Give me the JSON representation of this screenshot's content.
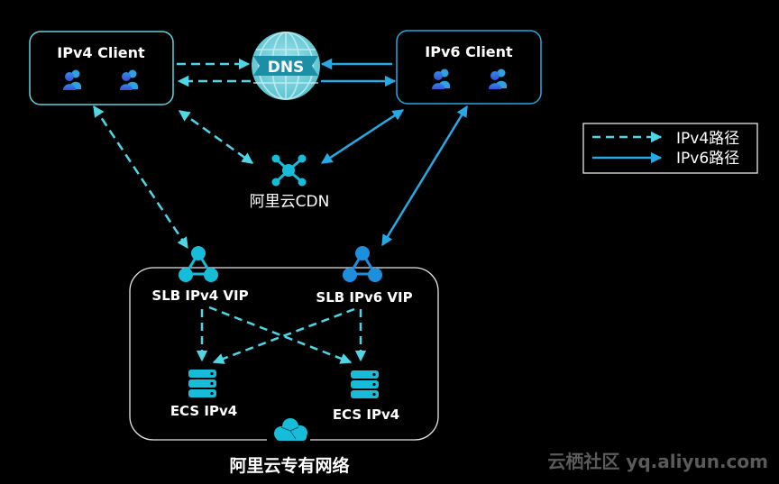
{
  "colors": {
    "background": "#000000",
    "ipv4_path": "#4fd6e6",
    "ipv6_path": "#27a9e6",
    "ipv4_client_border": "#5fd3e0",
    "ipv6_client_border": "#2aa6df",
    "user_icon": "#2f6fe0",
    "cyan_icon": "#16bcd8",
    "blue_icon": "#1e8fdc",
    "dns_globe": "#7fd3dc",
    "dns_banner": "#1b8fa5",
    "vpc_border": "#e6e6e6",
    "legend_border": "#e6e6e6",
    "watermark": "#5a5a5a"
  },
  "nodes": {
    "ipv4_client": {
      "label": "IPv4 Client",
      "icon": "user-group-icon",
      "user_count": 2
    },
    "ipv6_client": {
      "label": "IPv6 Client",
      "icon": "user-group-icon",
      "user_count": 2
    },
    "dns": {
      "label": "DNS",
      "icon": "globe-icon"
    },
    "cdn": {
      "label": "阿里云CDN",
      "icon": "network-hub-icon"
    },
    "slb_ipv4": {
      "label": "SLB IPv4 VIP",
      "icon": "load-balancer-icon"
    },
    "slb_ipv6": {
      "label": "SLB IPv6 VIP",
      "icon": "load-balancer-icon"
    },
    "ecs_1": {
      "label": "ECS IPv4",
      "icon": "server-icon"
    },
    "ecs_2": {
      "label": "ECS IPv4",
      "icon": "server-icon"
    },
    "vpc": {
      "label": "阿里云专有网络",
      "icon": "cloud-icon"
    }
  },
  "edges": [
    {
      "from": "ipv4_client",
      "to": "dns",
      "type": "ipv4",
      "direction": "forward"
    },
    {
      "from": "dns",
      "to": "ipv4_client",
      "type": "ipv4",
      "direction": "forward"
    },
    {
      "from": "ipv6_client",
      "to": "dns",
      "type": "ipv6",
      "direction": "forward"
    },
    {
      "from": "dns",
      "to": "ipv6_client",
      "type": "ipv6",
      "direction": "forward"
    },
    {
      "from": "ipv4_client",
      "to": "cdn",
      "type": "ipv4",
      "direction": "both"
    },
    {
      "from": "ipv6_client",
      "to": "cdn",
      "type": "ipv6",
      "direction": "both"
    },
    {
      "from": "ipv4_client",
      "to": "slb_ipv4",
      "type": "ipv4",
      "direction": "both"
    },
    {
      "from": "ipv6_client",
      "to": "slb_ipv6",
      "type": "ipv6",
      "direction": "both"
    },
    {
      "from": "slb_ipv4",
      "to": "ecs_1",
      "type": "ipv4",
      "direction": "forward"
    },
    {
      "from": "slb_ipv4",
      "to": "ecs_2",
      "type": "ipv4",
      "direction": "forward"
    },
    {
      "from": "slb_ipv6",
      "to": "ecs_1",
      "type": "ipv4",
      "direction": "forward"
    },
    {
      "from": "slb_ipv6",
      "to": "ecs_2",
      "type": "ipv4",
      "direction": "forward"
    }
  ],
  "legend": {
    "items": [
      {
        "label": "IPv4路径",
        "style": "dashed"
      },
      {
        "label": "IPv6路径",
        "style": "solid"
      }
    ]
  },
  "watermark": {
    "text": "云栖社区 yq.aliyun.com"
  }
}
